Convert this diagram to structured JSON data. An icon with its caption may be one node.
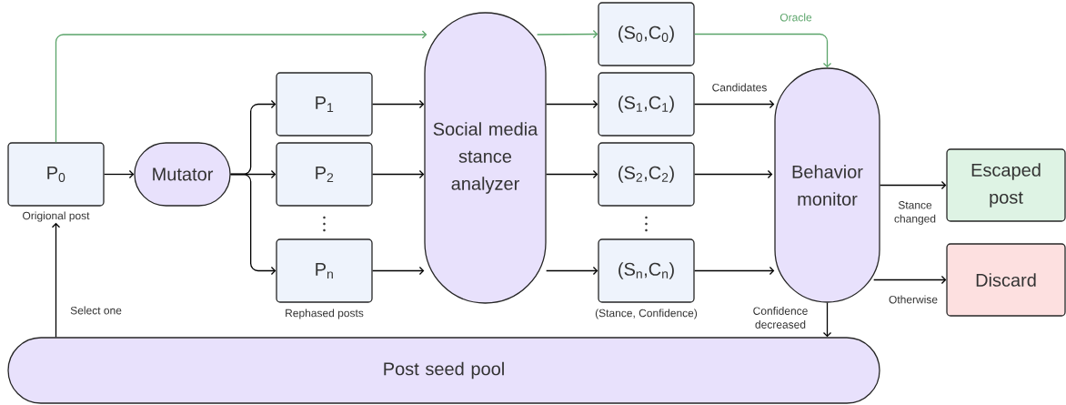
{
  "diagram": {
    "nodes": [
      {
        "text": [
          "P$_{0}$"
        ],
        "beside": [
          "Origional post"
        ]
      },
      {
        "text": [
          "Mutator"
        ]
      },
      {
        "text": [
          "P$_{1}$"
        ]
      },
      {
        "text": [
          "P$_{2}$"
        ]
      },
      {
        "text": [
          "P$_{n}$"
        ],
        "beside": [
          "Rephased posts"
        ]
      },
      {
        "text": [
          "Social media stance analyzer"
        ]
      },
      {
        "text": [
          "(S$_{0}$,C$_{0}$)"
        ]
      },
      {
        "text": [
          "(S$_{1}$,C$_{1}$)"
        ]
      },
      {
        "text": [
          "(S$_{2}$,C$_{2}$)"
        ]
      },
      {
        "text": [
          "(S$_{n}$,C$_{n}$)"
        ],
        "beside": [
          "(Stance, Confidence)"
        ]
      },
      {
        "text": [
          "Behavior monitor"
        ]
      },
      {
        "text": [
          "Escaped post"
        ]
      },
      {
        "text": [
          "Discard"
        ]
      },
      {
        "text": [
          "Post seed pool"
        ]
      }
    ],
    "edges": [
      {
        "from": 0,
        "to": 1,
        "arrow": "to"
      },
      {
        "from": 1,
        "to": 2,
        "arrow": "to"
      },
      {
        "from": 1,
        "to": 3,
        "arrow": "to"
      },
      {
        "from": 1,
        "to": 4,
        "arrow": "to"
      },
      {
        "from": 2,
        "to": 5,
        "arrow": "to"
      },
      {
        "from": 3,
        "to": 5,
        "arrow": "to"
      },
      {
        "from": 4,
        "to": 5,
        "arrow": "to"
      },
      {
        "from": 0,
        "to": 5,
        "arrow": "to",
        "color": "#5aa469"
      },
      {
        "from": 5,
        "to": 6,
        "arrow": "to",
        "color": "#5aa469"
      },
      {
        "from": 5,
        "to": 7,
        "arrow": "to"
      },
      {
        "from": 5,
        "to": 8,
        "arrow": "to"
      },
      {
        "from": 5,
        "to": 9,
        "arrow": "to"
      },
      {
        "from": 6,
        "to": 10,
        "arrow": "to",
        "label": "Oracle",
        "color": "#5aa469"
      },
      {
        "from": 7,
        "to": 10,
        "arrow": "to",
        "label": "Candidates"
      },
      {
        "from": 8,
        "to": 10,
        "arrow": "to"
      },
      {
        "from": 9,
        "to": 10,
        "arrow": "to"
      },
      {
        "from": 10,
        "to": 11,
        "arrow": "to",
        "label": "Stance changed"
      },
      {
        "from": 10,
        "to": 12,
        "arrow": "to",
        "label": "Otherwise"
      },
      {
        "from": 10,
        "to": 13,
        "arrow": "to",
        "label": "Confidence decreased"
      },
      {
        "from": 13,
        "to": 0,
        "arrow": "to",
        "label": "Select one"
      }
    ]
  }
}
